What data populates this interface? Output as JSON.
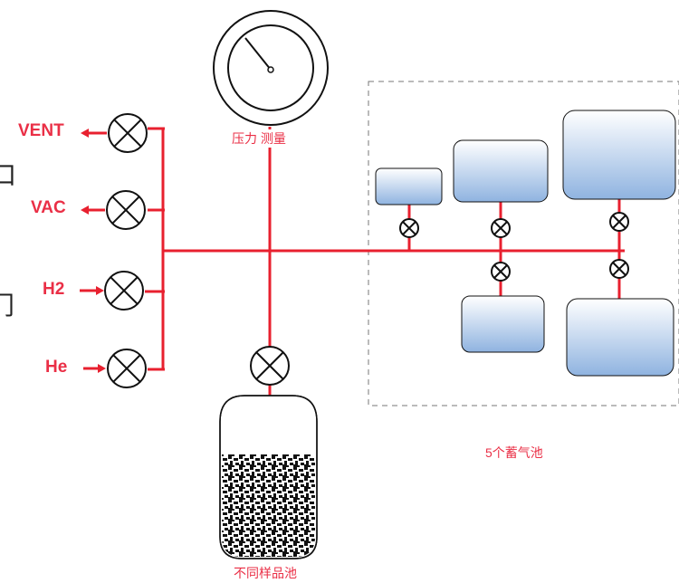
{
  "colors": {
    "pipe": "#e8202f",
    "label": "#ea2f46",
    "stroke": "#111111",
    "tank_top": "#ffffff",
    "tank_bottom": "#8fb3e0",
    "dashed_border": "#777777"
  },
  "icons": {
    "valve": "circle-with-x",
    "arrow_out": "left-arrow",
    "arrow_in": "right-arrow",
    "gauge": "pressure-gauge"
  },
  "ports": [
    {
      "label": "VENT",
      "direction": "out"
    },
    {
      "label": "VAC",
      "direction": "out"
    },
    {
      "label": "H2",
      "direction": "in"
    },
    {
      "label": "He",
      "direction": "in"
    }
  ],
  "gauge": {
    "label": "压力 测量"
  },
  "sample_cell": {
    "label": "不同样品池"
  },
  "reservoirs": {
    "label": "5个蓄气池",
    "count": 5
  },
  "edge_fragments": {
    "top": "口",
    "bottom": "门"
  }
}
